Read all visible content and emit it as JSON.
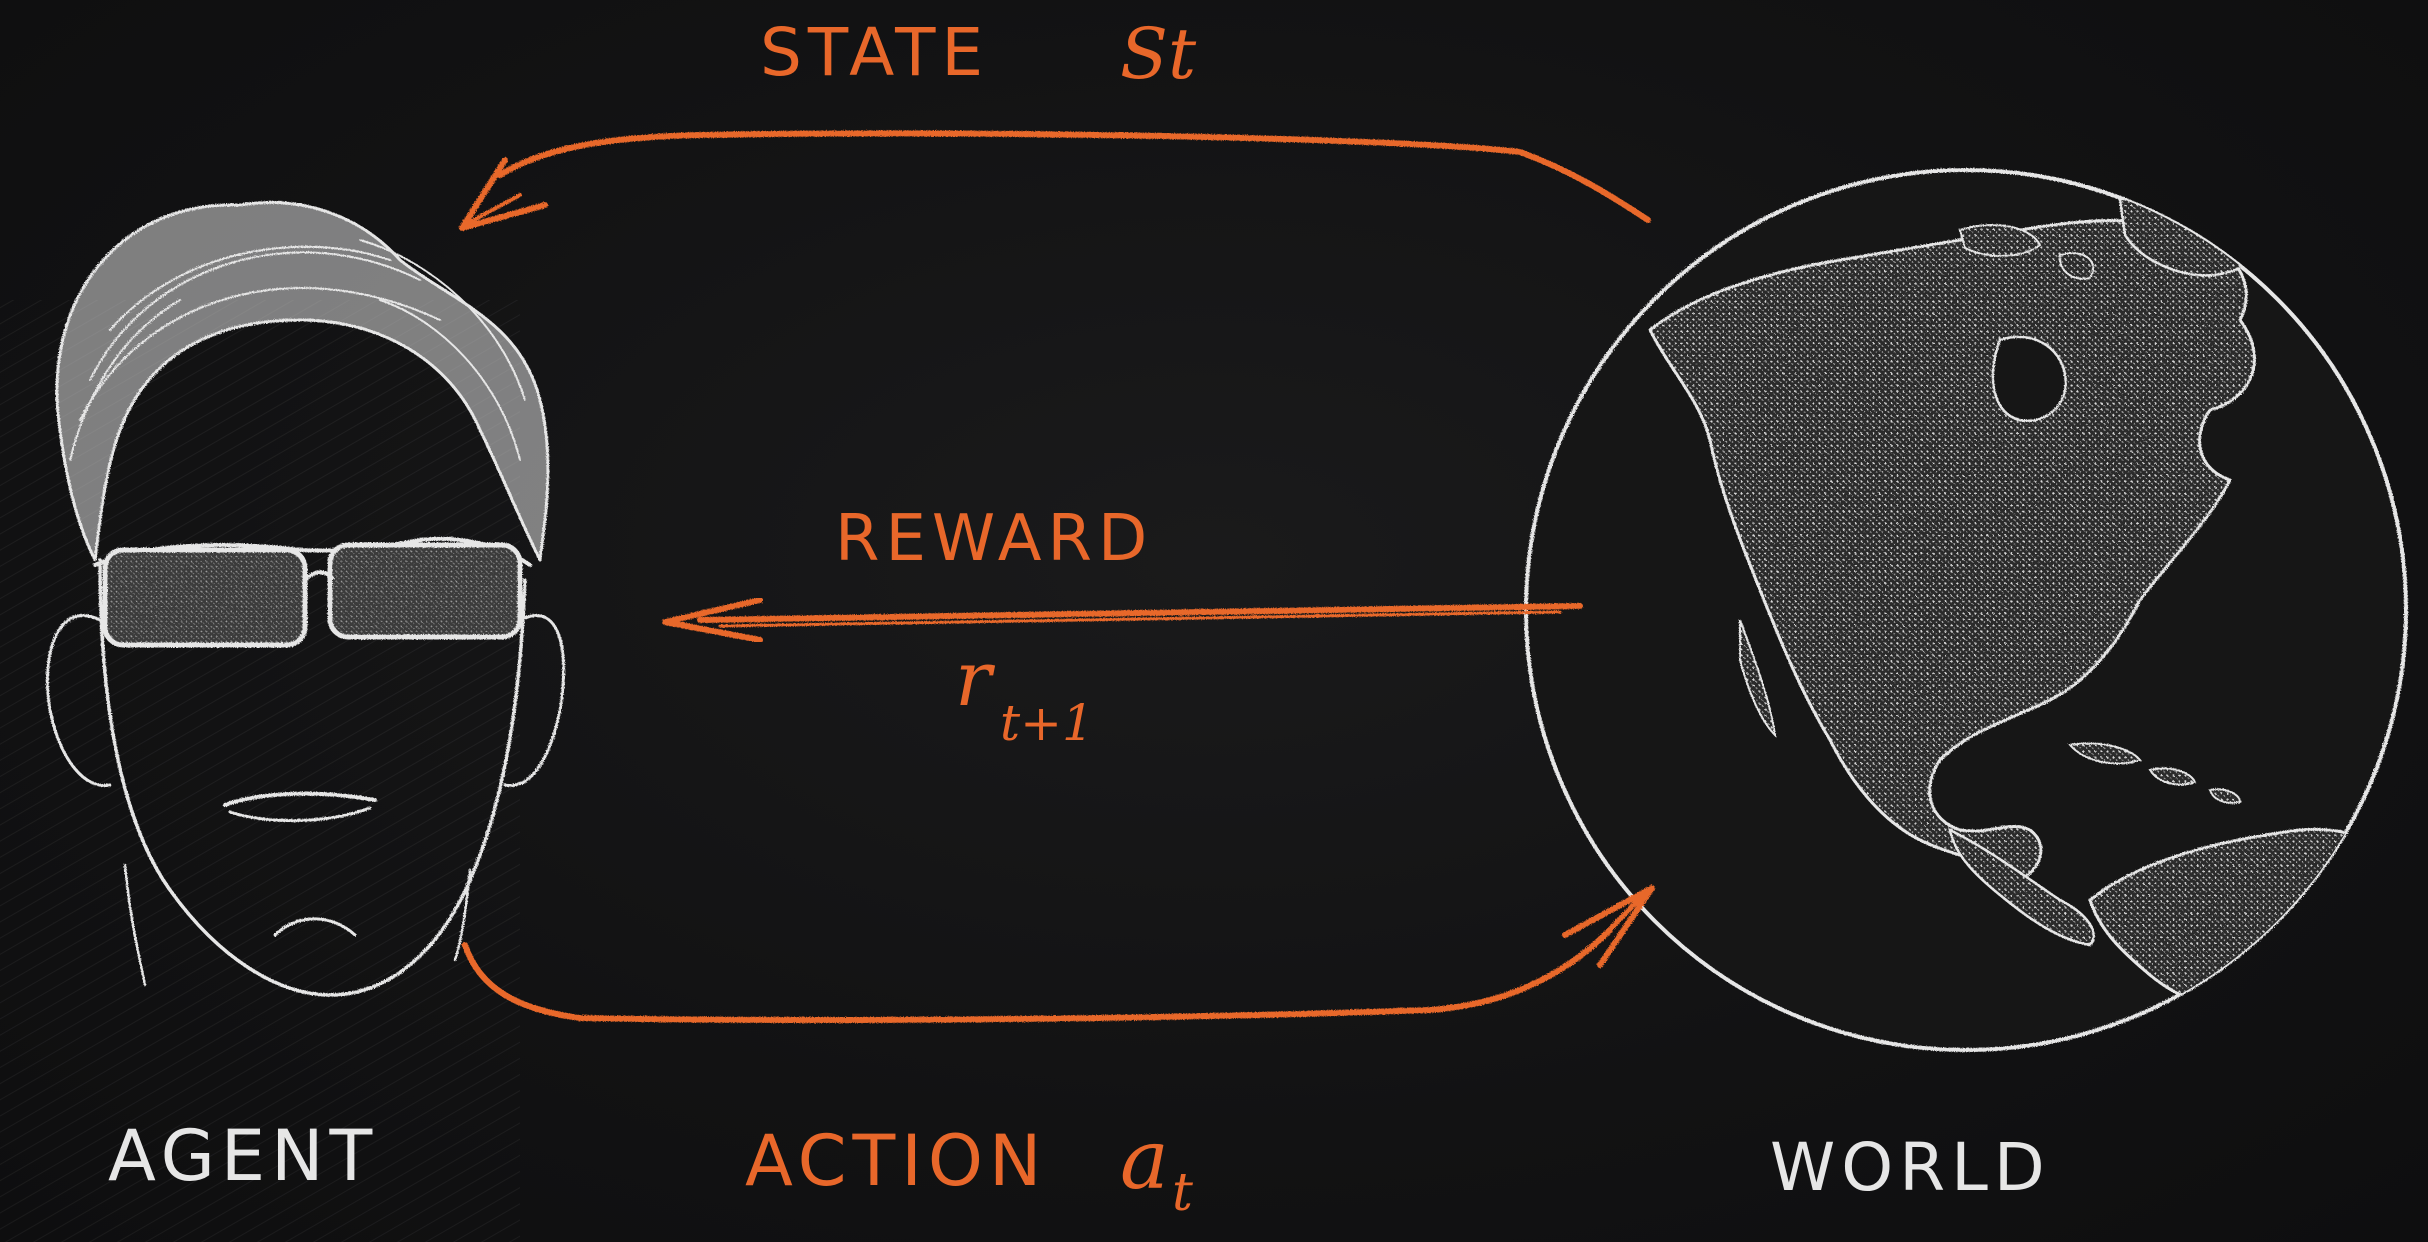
{
  "labels": {
    "state": "STATE",
    "state_symbol": "St",
    "reward": "REWARD",
    "reward_symbol": "r",
    "reward_subscript": "t+1",
    "action": "ACTION",
    "action_symbol": "a",
    "action_subscript": "t",
    "agent": "AGENT",
    "world": "WORLD"
  },
  "icons": {
    "agent": "agent-face-sunglasses-icon",
    "world": "globe-north-america-icon"
  },
  "colors": {
    "background": "#141414",
    "chalk_white": "#e6e6e6",
    "chalk_orange": "#e8672a"
  }
}
